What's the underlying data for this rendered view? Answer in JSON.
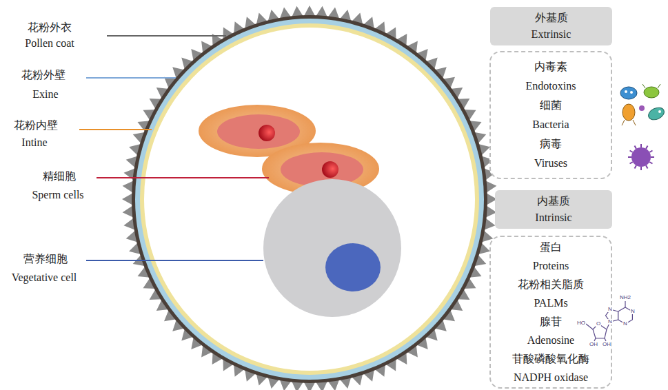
{
  "diagram": {
    "nodes": [
      {
        "text": [
          "外基质",
          "Extrinsic"
        ]
      },
      {
        "text": [
          "内毒素",
          "Endotoxins",
          "细菌",
          "Bacteria",
          "病毒",
          "Viruses"
        ]
      },
      {
        "text": [
          "内基质",
          "Intrinsic"
        ]
      },
      {
        "text": [
          "蛋白",
          "Proteins",
          "花粉相关脂质",
          "PALMs",
          "腺苷",
          "Adenosine",
          "苷酸磷酸氧化酶",
          "NADPH oxidase"
        ]
      }
    ],
    "edges": [],
    "labels": [
      "花粉外衣",
      "Pollen coat",
      "花粉外壁",
      "Exine",
      "花粉内壁",
      "Intine",
      "精细胞",
      "Sperm cells",
      "营养细胞",
      "Vegetative cell",
      "NH2",
      "N",
      "N",
      "N",
      "N",
      "HO",
      "O",
      "OH",
      "OH"
    ]
  }
}
